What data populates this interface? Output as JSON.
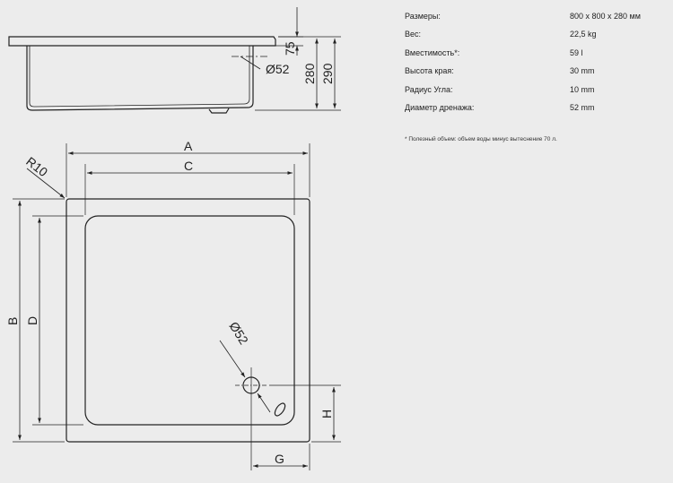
{
  "specs": [
    {
      "label": "Размеры:",
      "value": "800 x 800 x 280 мм"
    },
    {
      "label": "Вес:",
      "value": "22,5 kg"
    },
    {
      "label": "Вместимость*:",
      "value": "59 l"
    },
    {
      "label": "Высота края:",
      "value": "30 mm"
    },
    {
      "label": "Радиус Угла:",
      "value": "10 mm"
    },
    {
      "label": "Диаметр дренажа:",
      "value": "52 mm"
    }
  ],
  "footnote": "* Полезный объем: объем воды минус вытеснение 70 л.",
  "dimensions": {
    "side_rim": "75",
    "side_depth": "280",
    "side_total": "290",
    "side_drain": "Ø52",
    "top_a": "A",
    "top_c": "C",
    "top_b": "B",
    "top_d": "D",
    "top_g": "G",
    "top_h": "H",
    "top_radius": "R10",
    "top_drain": "Ø52"
  },
  "colors": {
    "background": "#ececec",
    "line": "#222222"
  }
}
